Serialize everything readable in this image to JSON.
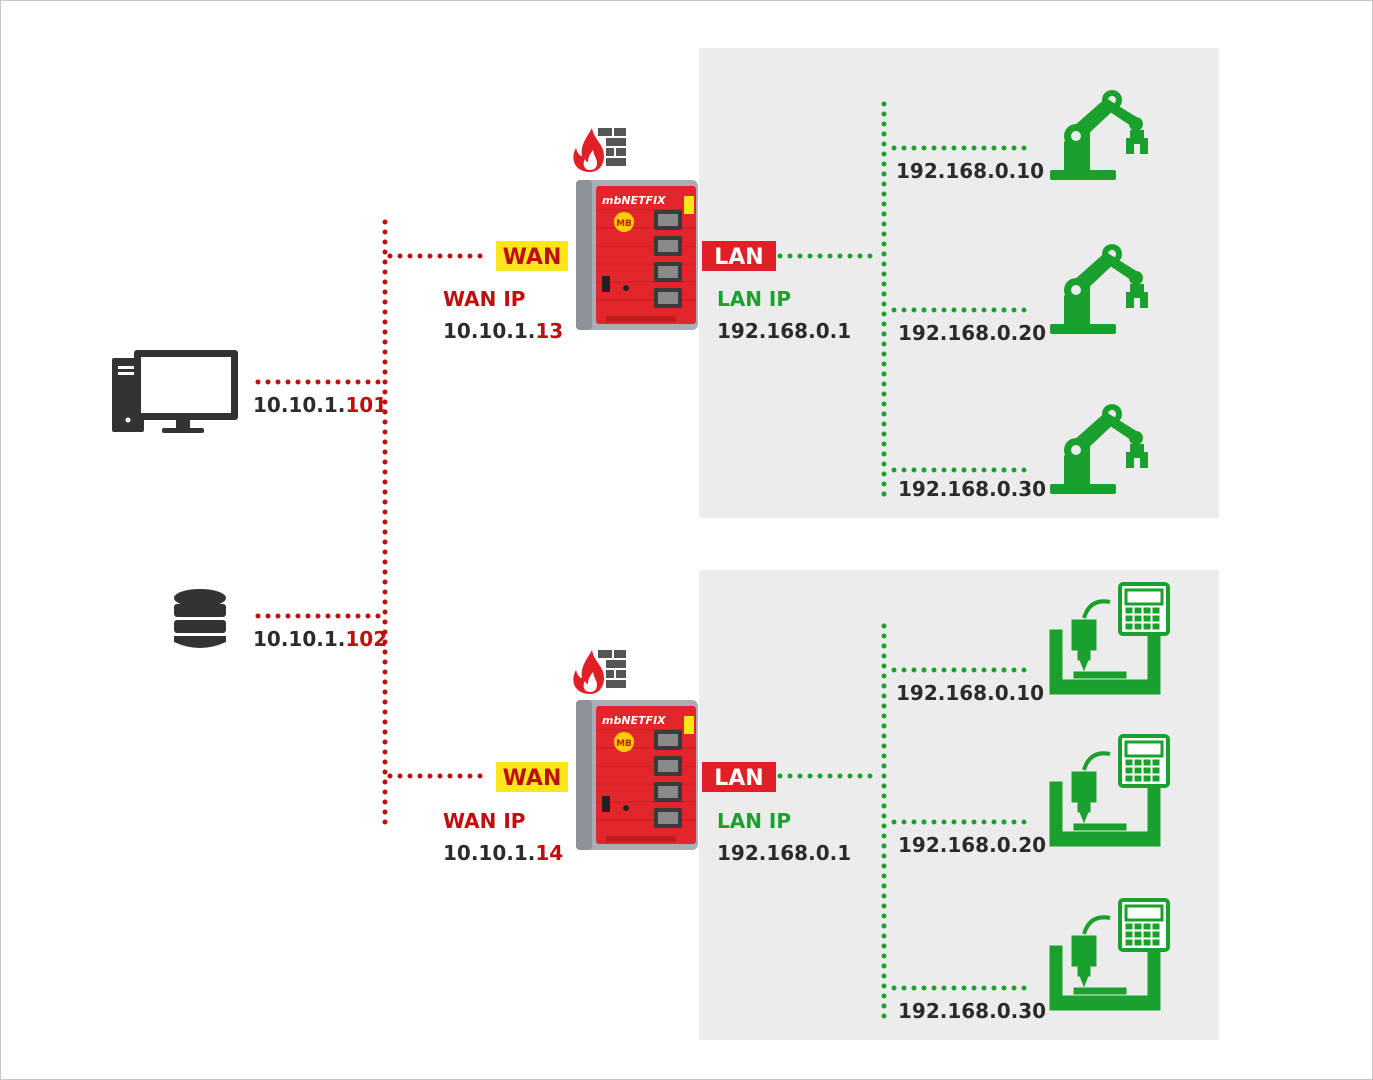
{
  "colors": {
    "wan_red": "#c00d0d",
    "lan_green": "#1aa12d",
    "wan_tag_bg": "#ffe61a",
    "lan_tag_bg": "#e11f26",
    "panel_bg": "#ececec",
    "text_dark": "#2b2b2b"
  },
  "hosts": [
    {
      "icon": "desktop-computer-icon",
      "ip_prefix": "10.10.1.",
      "ip_suffix": "101"
    },
    {
      "icon": "database-icon",
      "ip_prefix": "10.10.1.",
      "ip_suffix": "102"
    }
  ],
  "firewalls": [
    {
      "icon": "firewall-icon",
      "device_label": "mbNETFIX",
      "device_badge": "MB",
      "wan_tag": "WAN",
      "wan_ip_label": "WAN IP",
      "wan_ip_prefix": "10.10.1.",
      "wan_ip_suffix": "13",
      "lan_tag": "LAN",
      "lan_ip_label": "LAN IP",
      "lan_ip": "192.168.0.1",
      "devices": [
        {
          "icon": "robot-arm-icon",
          "ip": "192.168.0.10"
        },
        {
          "icon": "robot-arm-icon",
          "ip": "192.168.0.20"
        },
        {
          "icon": "robot-arm-icon",
          "ip": "192.168.0.30"
        }
      ]
    },
    {
      "icon": "firewall-icon",
      "device_label": "mbNETFIX",
      "device_badge": "MB",
      "wan_tag": "WAN",
      "wan_ip_label": "WAN IP",
      "wan_ip_prefix": "10.10.1.",
      "wan_ip_suffix": "14",
      "lan_tag": "LAN",
      "lan_ip_label": "LAN IP",
      "lan_ip": "192.168.0.1",
      "devices": [
        {
          "icon": "cnc-machine-icon",
          "ip": "192.168.0.10"
        },
        {
          "icon": "cnc-machine-icon",
          "ip": "192.168.0.20"
        },
        {
          "icon": "cnc-machine-icon",
          "ip": "192.168.0.30"
        }
      ]
    }
  ]
}
